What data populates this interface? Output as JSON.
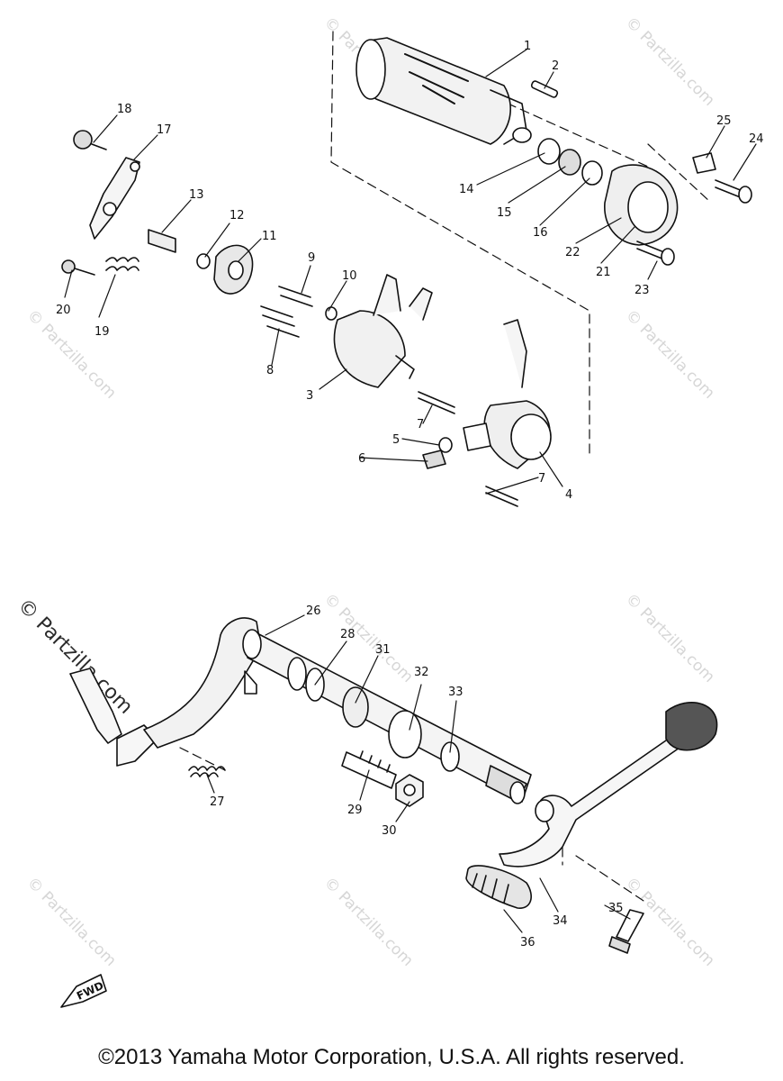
{
  "watermark": {
    "text": "© Partzilla.com"
  },
  "footer": {
    "copyright": "©2013 Yamaha Motor Corporation, U.S.A. All rights reserved."
  },
  "diagram": {
    "fwd_label": "FWD",
    "callouts": [
      "1",
      "2",
      "3",
      "4",
      "5",
      "6",
      "7",
      "7",
      "8",
      "9",
      "10",
      "11",
      "12",
      "13",
      "14",
      "15",
      "16",
      "17",
      "18",
      "19",
      "20",
      "21",
      "22",
      "23",
      "24",
      "25",
      "26",
      "27",
      "28",
      "29",
      "30",
      "31",
      "32",
      "33",
      "34",
      "35",
      "36"
    ]
  },
  "colors": {
    "ink": "#111111",
    "watermark": "#d6d6d6"
  }
}
